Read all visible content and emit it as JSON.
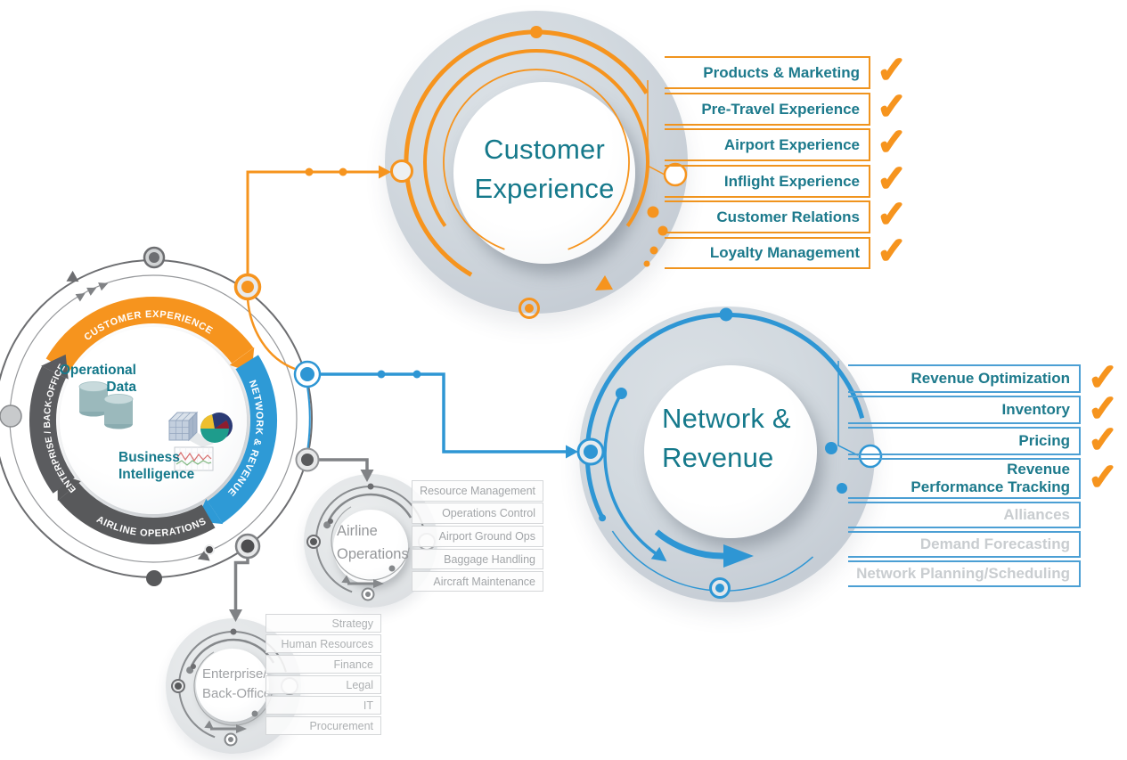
{
  "glyphs": {
    "check": "✓"
  },
  "colors": {
    "orange": "#F6941E",
    "blue": "#2E96D4",
    "teal_text": "#15798B",
    "dark_gray": "#58595B",
    "muted_text": "#C9CDD0",
    "gray_disc": "#CDD3DA"
  },
  "hub": {
    "segments": [
      {
        "label": "CUSTOMER EXPERIENCE",
        "color": "#F6941E"
      },
      {
        "label": "NETWORK & REVENUE",
        "color": "#2E9AD6"
      },
      {
        "label": "AIRLINE OPERATIONS",
        "color": "#58595B"
      },
      {
        "label": "ENTERPRISE / BACK-OFFICE",
        "color": "#58595B"
      }
    ],
    "operational_data_label": "Operational Data",
    "business_intelligence_label": "Business Intelligence"
  },
  "customer_experience": {
    "title": "Customer Experience",
    "items": [
      "Products & Marketing",
      "Pre-Travel Experience",
      "Airport Experience",
      "Inflight Experience",
      "Customer Relations",
      "Loyalty Management"
    ],
    "all_checked": true
  },
  "network_revenue": {
    "title": "Network & Revenue",
    "items": [
      {
        "label": "Revenue Optimization",
        "checked": true
      },
      {
        "label": "Inventory",
        "checked": true
      },
      {
        "label": "Pricing",
        "checked": true
      },
      {
        "label": "Revenue Performance Tracking",
        "checked": true
      },
      {
        "label": "Alliances",
        "checked": false
      },
      {
        "label": "Demand Forecasting",
        "checked": false
      },
      {
        "label": "Network Planning/Scheduling",
        "checked": false
      }
    ]
  },
  "airline_operations": {
    "title": "Airline Operations",
    "items": [
      "Resource Management",
      "Operations Control",
      "Airport Ground Ops",
      "Baggage Handling",
      "Aircraft Maintenance"
    ]
  },
  "enterprise_back_office": {
    "title": "Enterprise/ Back-Office",
    "items": [
      "Strategy",
      "Human Resources",
      "Finance",
      "Legal",
      "IT",
      "Procurement"
    ]
  }
}
